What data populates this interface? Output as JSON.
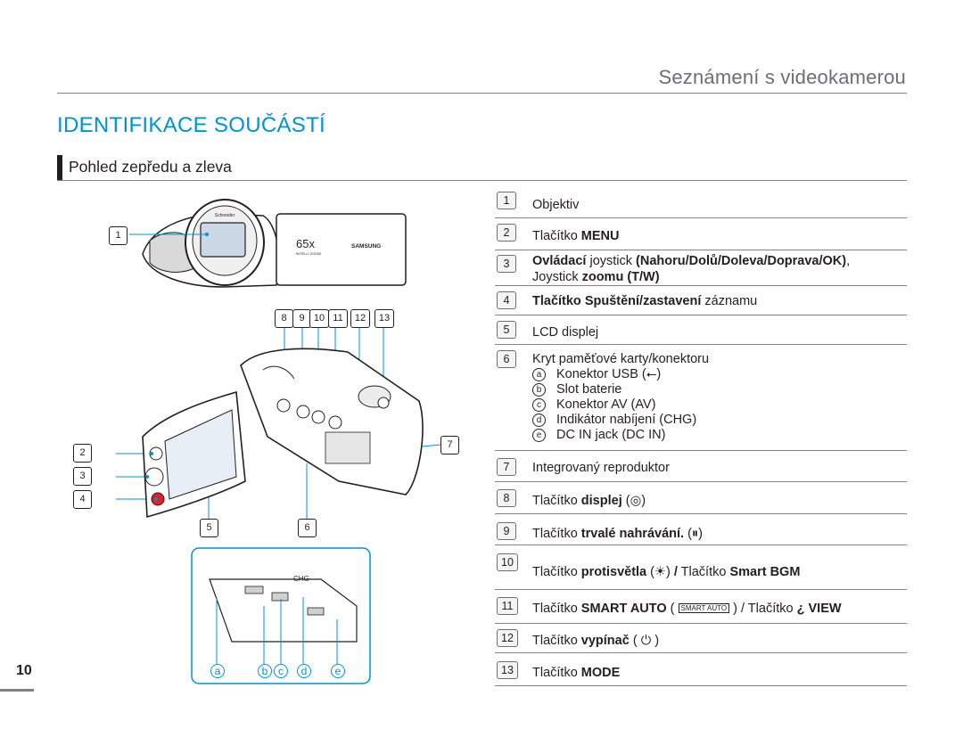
{
  "header": {
    "title": "Seznámení s videokamerou"
  },
  "section": {
    "title": "IDENTIFIKACE SOUČÁSTÍ"
  },
  "subsection": {
    "title": "Pohled zepředu a zleva"
  },
  "page": {
    "number": "10"
  },
  "callouts": {
    "c1": "1",
    "c2": "2",
    "c3": "3",
    "c4": "4",
    "c5": "5",
    "c6": "6",
    "c7": "7",
    "c8": "8",
    "c9": "9",
    "c10": "10",
    "c11": "11",
    "c12": "12",
    "c13": "13",
    "la": "a",
    "lb": "b",
    "lc": "c",
    "ld": "d",
    "le": "e"
  },
  "camera_labels": {
    "brand_top": "Schneider",
    "zoom": "65x",
    "intelli": "INTELLI ZOOM",
    "brand_side": "SAMSUNG",
    "chg": "CHG"
  },
  "items": [
    {
      "num": "1",
      "text": "Objektiv"
    },
    {
      "num": "2",
      "pre": "Tlačítko ",
      "bold": "MENU"
    },
    {
      "num": "3",
      "bold1": "Ovládací",
      "mid": " joystick ",
      "bold2": "(Nahoru/Dolů/Doleva/Doprava/OK)",
      "post": ",",
      "line2pre": "Joystick ",
      "line2bold": "zoomu (T/W)"
    },
    {
      "num": "4",
      "bold": "Tlačítko Spuštění/zastavení",
      "post": " záznamu"
    },
    {
      "num": "5",
      "text": "LCD displej"
    },
    {
      "num": "6",
      "text": "Kryt paměťové karty/konektoru",
      "subs": [
        {
          "letter": "a",
          "text": "Konektor USB (",
          "icon": "⭠",
          "after": ")"
        },
        {
          "letter": "b",
          "text": "Slot baterie"
        },
        {
          "letter": "c",
          "text": "Konektor AV (AV)"
        },
        {
          "letter": "d",
          "text": "Indikátor nabíjení (CHG)"
        },
        {
          "letter": "e",
          "text": "DC IN jack (DC IN)"
        }
      ]
    },
    {
      "num": "7",
      "text": "Integrovaný reproduktor"
    },
    {
      "num": "8",
      "pre": "Tlačítko ",
      "bold": "displej",
      "post": " (",
      "icon": "◎",
      "end": ")"
    },
    {
      "num": "9",
      "pre": "Tlačítko ",
      "bold": "trvalé nahrávání.",
      "post": " (",
      "icon": "⏸",
      "end": ")"
    },
    {
      "num": "10",
      "pre": "Tlačítko ",
      "bold": "protisvětla",
      "post": " (",
      "icon": "☀",
      "end": ") ",
      "bold2": "/",
      "post2": " Tlačítko ",
      "bold3": "Smart BGM"
    },
    {
      "num": "11",
      "pre": "Tlačítko ",
      "bold": "SMART AUTO",
      "post": " ( ",
      "icon": "SMART AUTO",
      "end": " ) / Tlačítko ",
      "bold2": "¿ VIEW"
    },
    {
      "num": "12",
      "pre": "Tlačítko ",
      "bold": "vypínač",
      "post": " ( ",
      "icon": "⏻",
      "end": " )"
    },
    {
      "num": "13",
      "pre": "Tlačítko ",
      "bold": "MODE"
    }
  ]
}
